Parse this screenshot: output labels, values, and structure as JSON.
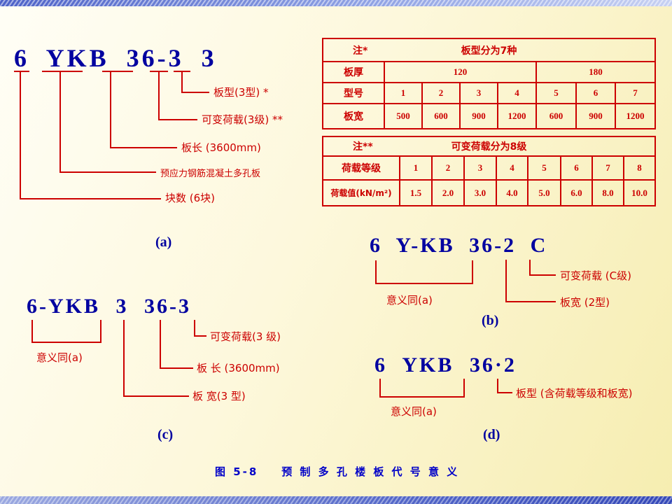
{
  "colors": {
    "code_blue": "#0000a0",
    "line_red": "#cc0000",
    "caption_blue": "#0000c8"
  },
  "caption": "图 5-8    预 制 多 孔 楼 板 代 号 意 义",
  "sections": {
    "a": {
      "code": "6 YKB 36-3 3",
      "tag": "(a)",
      "ann_type": "板型(3型) *",
      "ann_load": "可变荷载(3级) **",
      "ann_length": "板长 (3600mm)",
      "ann_material": "预应力钢筋混凝土多孔板",
      "ann_count": "块数 (6块)"
    },
    "b": {
      "code": "6 Y-KB 36-2 C",
      "tag": "(b)",
      "ann_load": "可变荷载 (C级)",
      "ann_width": "板宽 (2型)",
      "ann_same": "意义同(a)"
    },
    "c": {
      "code": "6-YKB 3 36-3",
      "tag": "(c)",
      "ann_load": "可变荷载(3 级)",
      "ann_length": "板 长 (3600mm)",
      "ann_width": "板 宽(3 型)",
      "ann_same": "意义同(a)"
    },
    "d": {
      "code": "6 YKB 36·2",
      "tag": "(d)",
      "ann_type": "板型 (含荷载等级和板宽)",
      "ann_same": "意义同(a)"
    }
  },
  "table_types": {
    "note": "注*",
    "title": "板型分为7种",
    "thickness_label": "板厚",
    "thickness": [
      "120",
      "180"
    ],
    "model_label": "型号",
    "models": [
      "1",
      "2",
      "3",
      "4",
      "5",
      "6",
      "7"
    ],
    "width_label": "板宽",
    "widths": [
      "500",
      "600",
      "900",
      "1200",
      "600",
      "900",
      "1200"
    ]
  },
  "table_loads": {
    "note": "注**",
    "title": "可变荷载分为8级",
    "grade_label": "荷载等级",
    "grades": [
      "1",
      "2",
      "3",
      "4",
      "5",
      "6",
      "7",
      "8"
    ],
    "value_label": "荷载值(kN/m²)",
    "values": [
      "1.5",
      "2.0",
      "3.0",
      "4.0",
      "5.0",
      "6.0",
      "8.0",
      "10.0"
    ]
  }
}
